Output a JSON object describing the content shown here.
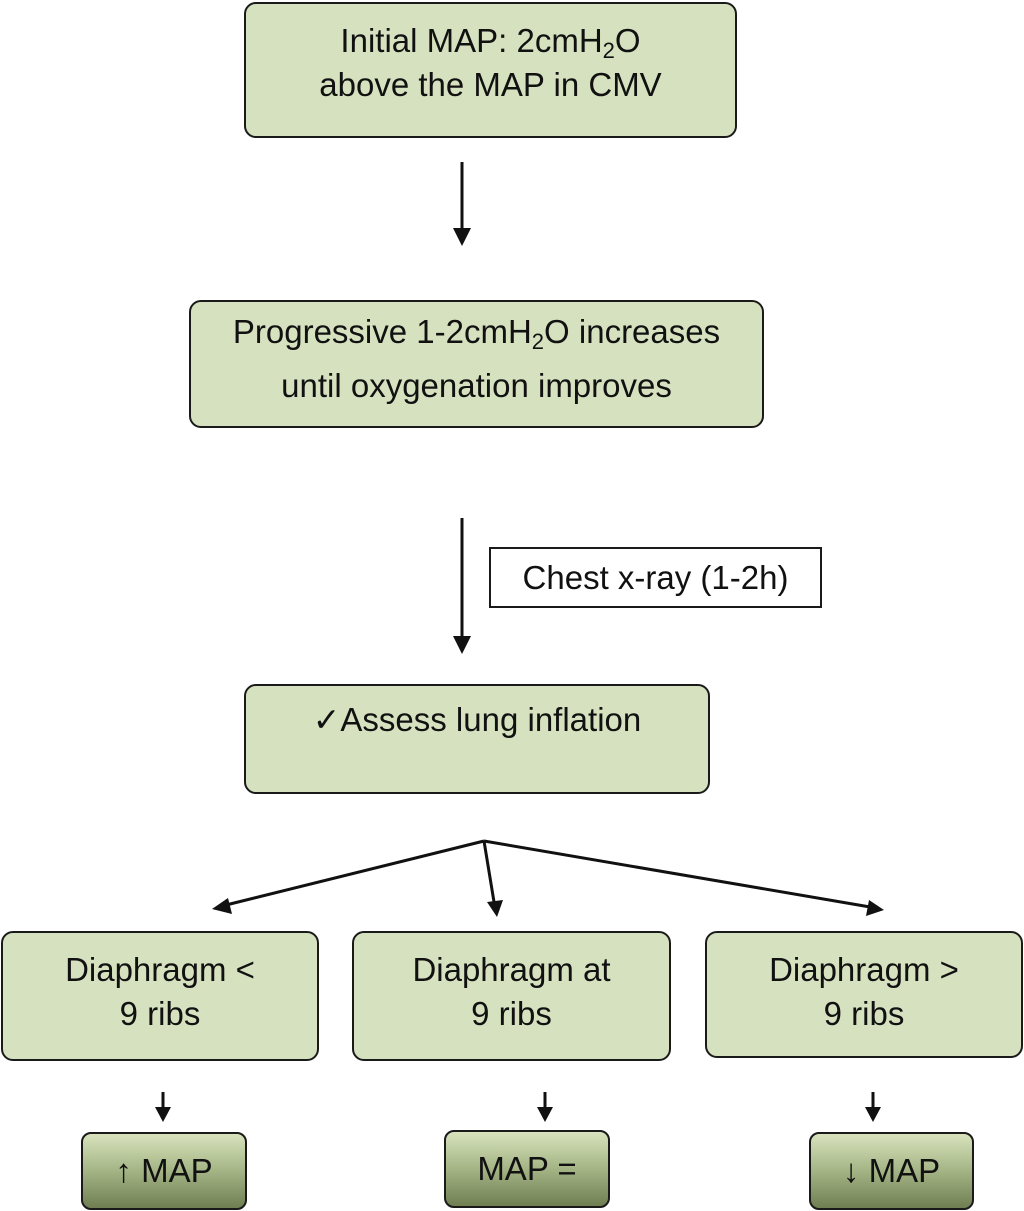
{
  "nodes": {
    "initial": {
      "line1_pre": "Initial MAP: 2cmH",
      "line1_sub": "2",
      "line1_post": "O",
      "line2": "above the MAP in CMV"
    },
    "progressive": {
      "line1_pre": "Progressive 1-2cmH",
      "line1_sub": "2",
      "line1_post": "O increases",
      "line2": "until oxygenation improves"
    },
    "chest_xray": "Chest x-ray (1-2h)",
    "assess": "✓Assess lung inflation",
    "diaphragm_less": {
      "line1": "Diaphragm <",
      "line2": "9 ribs"
    },
    "diaphragm_at": {
      "line1": "Diaphragm at",
      "line2": "9 ribs"
    },
    "diaphragm_more": {
      "line1": "Diaphragm >",
      "line2": "9 ribs"
    }
  },
  "outcomes": {
    "increase": "↑ MAP",
    "equal": "MAP =",
    "decrease": "↓ MAP"
  },
  "colors": {
    "box_fill": "#d6e2bf",
    "result_fill_top": "#d8e3bd",
    "result_fill_bottom": "#6f7f52",
    "line": "#111111"
  }
}
